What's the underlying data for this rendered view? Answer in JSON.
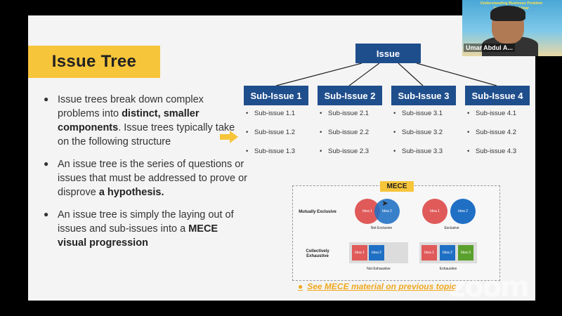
{
  "slide": {
    "title": "Issue Tree",
    "bullets": [
      {
        "parts": [
          {
            "text": "Issue trees break down complex problems into ",
            "bold": false
          },
          {
            "text": "distinct, smaller components",
            "bold": true
          },
          {
            "text": ". Issue trees typically take on the following structure",
            "bold": false
          }
        ]
      },
      {
        "parts": [
          {
            "text": "An issue tree is the series of questions or issues that must be addressed to prove or disprove ",
            "bold": false
          },
          {
            "text": "a hypothesis.",
            "bold": true
          }
        ]
      },
      {
        "parts": [
          {
            "text": "An issue tree is simply the laying out of issues and sub-issues into a ",
            "bold": false
          },
          {
            "text": "MECE visual progression",
            "bold": true
          }
        ]
      }
    ],
    "tree": {
      "root": "Issue",
      "branches": [
        {
          "label": "Sub-Issue 1",
          "items": [
            "Sub-issue 1.1",
            "Sub-issue 1.2",
            "Sub-issue 1.3"
          ]
        },
        {
          "label": "Sub-Issue 2",
          "items": [
            "Sub-issue 2.1",
            "Sub-issue 2.2",
            "Sub-issue 2.3"
          ]
        },
        {
          "label": "Sub-Issue 3",
          "items": [
            "Sub-issue 3.1",
            "Sub-issue 3.2",
            "Sub-issue 3.3"
          ]
        },
        {
          "label": "Sub-Issue 4",
          "items": [
            "Sub-issue 4.1",
            "Sub-issue 4.2",
            "Sub-issue 4.3"
          ]
        }
      ]
    },
    "mece": {
      "tag": "MECE",
      "row1_label": "Mutually Exclusive",
      "row2_label": "Collectively Exhaustive",
      "idea1": "Idea 1",
      "idea2": "Idea 2",
      "idea3": "Idea 3",
      "not_exclusive": "Not Exclusive",
      "exclusive": "Exclusive",
      "not_exhaustive": "Not Exhaustive",
      "exhaustive": "Exhaustive"
    },
    "see_more": "See MECE material on previous topic"
  },
  "video": {
    "banner": "Understanding Business Problem bersama Kak Umar",
    "participant_name": "Umar Abdul A..."
  },
  "watermark": "zoom",
  "colors": {
    "accent_yellow": "#f7c53a",
    "tree_blue": "#1f4e8c",
    "idea_red": "#e05a5a",
    "idea_blue": "#1f6fc4",
    "idea_green": "#5aa02c",
    "link_orange": "#f0a81e"
  }
}
